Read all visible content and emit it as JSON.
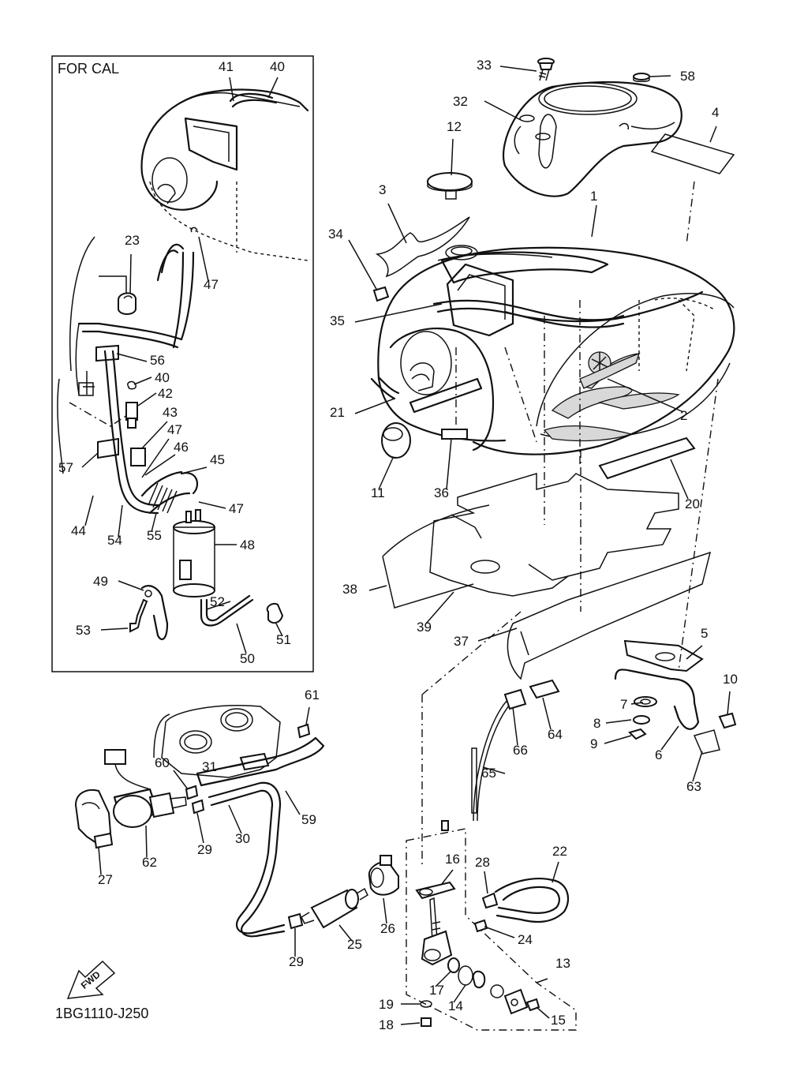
{
  "inset": {
    "title": "FOR CAL"
  },
  "drawing_code": "1BG1110-J250",
  "fwd_label": "FWD",
  "parts": [
    {
      "n": "1"
    },
    {
      "n": "2"
    },
    {
      "n": "3"
    },
    {
      "n": "4"
    },
    {
      "n": "5"
    },
    {
      "n": "6"
    },
    {
      "n": "7"
    },
    {
      "n": "8"
    },
    {
      "n": "9"
    },
    {
      "n": "10"
    },
    {
      "n": "11"
    },
    {
      "n": "12"
    },
    {
      "n": "13"
    },
    {
      "n": "14"
    },
    {
      "n": "15"
    },
    {
      "n": "16"
    },
    {
      "n": "17"
    },
    {
      "n": "18"
    },
    {
      "n": "19"
    },
    {
      "n": "20"
    },
    {
      "n": "21"
    },
    {
      "n": "22"
    },
    {
      "n": "23"
    },
    {
      "n": "24"
    },
    {
      "n": "25"
    },
    {
      "n": "26"
    },
    {
      "n": "27"
    },
    {
      "n": "28"
    },
    {
      "n": "29"
    },
    {
      "n": "29"
    },
    {
      "n": "30"
    },
    {
      "n": "31"
    },
    {
      "n": "32"
    },
    {
      "n": "33"
    },
    {
      "n": "34"
    },
    {
      "n": "35"
    },
    {
      "n": "36"
    },
    {
      "n": "37"
    },
    {
      "n": "38"
    },
    {
      "n": "39"
    },
    {
      "n": "40"
    },
    {
      "n": "40"
    },
    {
      "n": "41"
    },
    {
      "n": "42"
    },
    {
      "n": "43"
    },
    {
      "n": "44"
    },
    {
      "n": "45"
    },
    {
      "n": "46"
    },
    {
      "n": "47"
    },
    {
      "n": "47"
    },
    {
      "n": "47"
    },
    {
      "n": "48"
    },
    {
      "n": "49"
    },
    {
      "n": "50"
    },
    {
      "n": "51"
    },
    {
      "n": "52"
    },
    {
      "n": "53"
    },
    {
      "n": "54"
    },
    {
      "n": "55"
    },
    {
      "n": "56"
    },
    {
      "n": "57"
    },
    {
      "n": "58"
    },
    {
      "n": "59"
    },
    {
      "n": "60"
    },
    {
      "n": "61"
    },
    {
      "n": "62"
    },
    {
      "n": "63"
    },
    {
      "n": "64"
    },
    {
      "n": "65"
    },
    {
      "n": "66"
    }
  ]
}
